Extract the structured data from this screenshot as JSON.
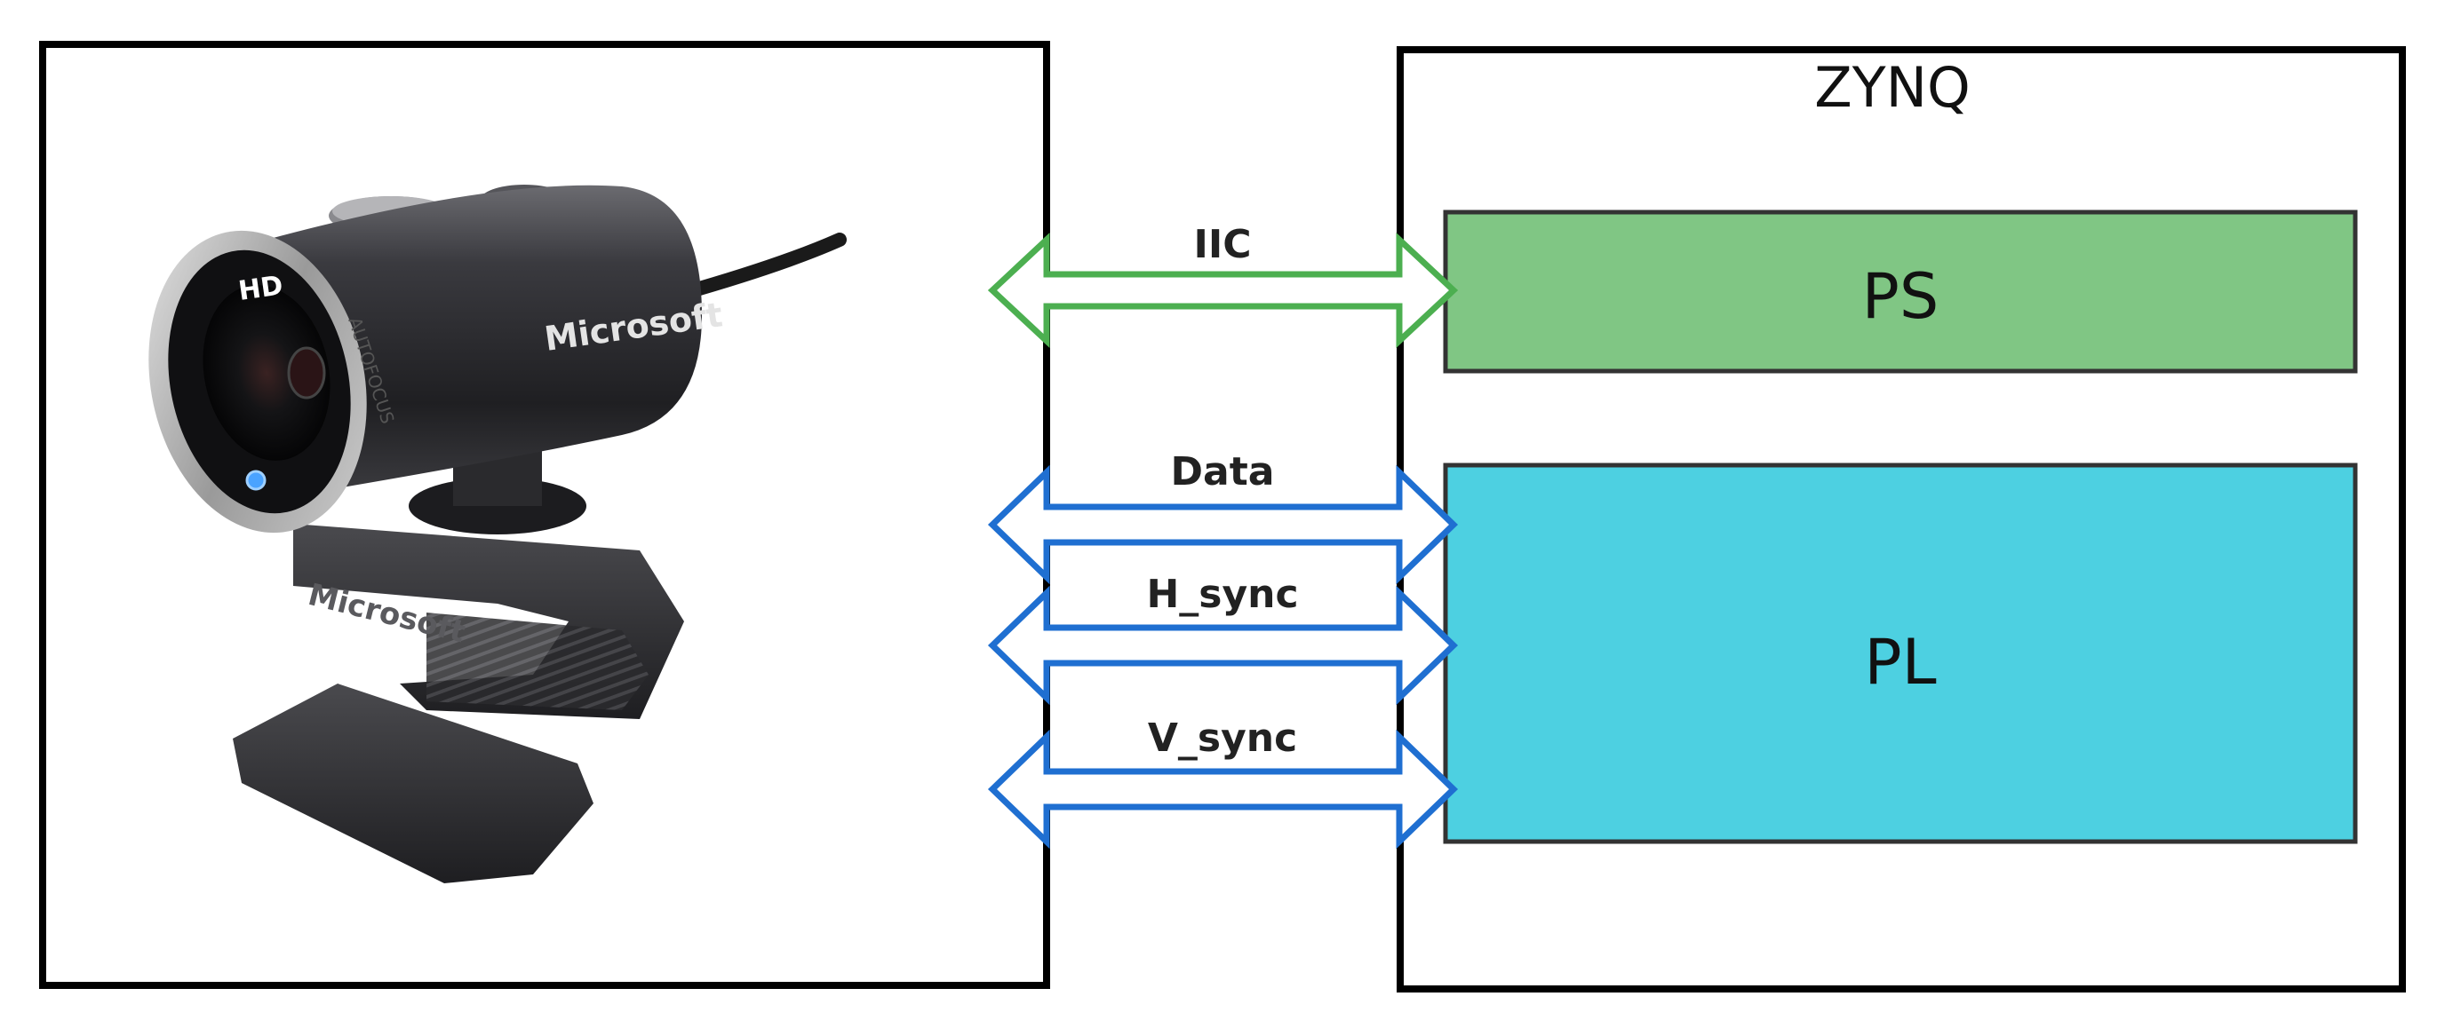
{
  "zynq": {
    "title": "ZYNQ"
  },
  "blocks": {
    "ps": {
      "label": "PS",
      "color": "#80c684"
    },
    "pl": {
      "label": "PL",
      "color": "#4dd0e1"
    }
  },
  "camera": {
    "brand": "Microsoft",
    "badge": "HD",
    "ring_text": "AUTOFOCUS",
    "body_color": "#2b2b2f"
  },
  "signals": [
    {
      "id": "iic",
      "label": "IIC",
      "color": "#4caf50"
    },
    {
      "id": "data",
      "label": "Data",
      "color": "#1f6fd1"
    },
    {
      "id": "hsync",
      "label": "H_sync",
      "color": "#1f6fd1"
    },
    {
      "id": "vsync",
      "label": "V_sync",
      "color": "#1f6fd1"
    }
  ]
}
